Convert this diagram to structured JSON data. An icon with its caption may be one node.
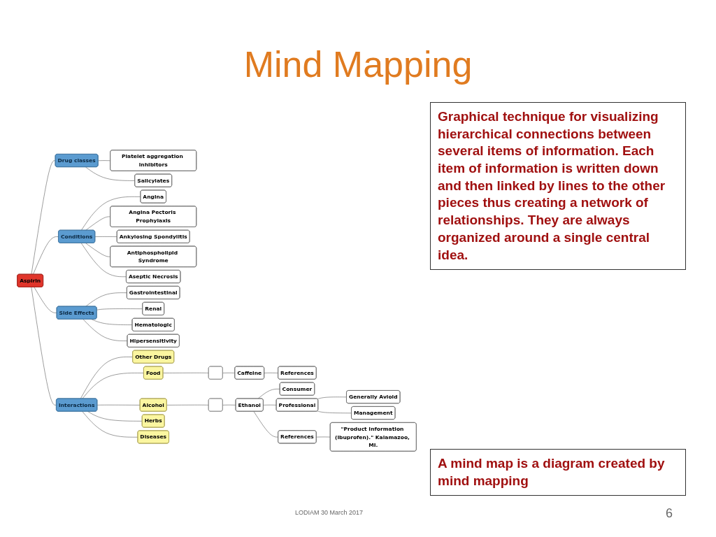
{
  "diagram": {
    "title": "Mind Mapping",
    "nodes": [
      {
        "text": [
          "Aspirin"
        ]
      },
      {
        "text": [
          "Drug classes"
        ]
      },
      {
        "text": [
          "Platelet aggregation inhibitors"
        ]
      },
      {
        "text": [
          "Salicylates"
        ]
      },
      {
        "text": [
          "Conditions"
        ]
      },
      {
        "text": [
          "Angina"
        ]
      },
      {
        "text": [
          "Angina Pectoris Prophylaxis"
        ]
      },
      {
        "text": [
          "Ankylosing Spondylitis"
        ]
      },
      {
        "text": [
          "Antiphospholipid Syndrome"
        ]
      },
      {
        "text": [
          "Aseptic Necrosis"
        ]
      },
      {
        "text": [
          "Side Effects"
        ]
      },
      {
        "text": [
          "Gastrointestinal"
        ]
      },
      {
        "text": [
          "Renal"
        ]
      },
      {
        "text": [
          "Hematologic"
        ]
      },
      {
        "text": [
          "Hipersensitivity"
        ]
      },
      {
        "text": [
          "Interactions"
        ]
      },
      {
        "text": [
          "Other Drugs"
        ]
      },
      {
        "text": [
          "Food"
        ]
      },
      {
        "text": [],
        "shape": "box"
      },
      {
        "text": [
          "Caffeine"
        ]
      },
      {
        "text": [
          "References"
        ]
      },
      {
        "text": [
          "Alcohol"
        ]
      },
      {
        "text": [],
        "shape": "box"
      },
      {
        "text": [
          "Ethanol"
        ]
      },
      {
        "text": [
          "Consumer"
        ]
      },
      {
        "text": [
          "Professional"
        ]
      },
      {
        "text": [
          "Generally Avioid"
        ]
      },
      {
        "text": [
          "Management"
        ]
      },
      {
        "text": [
          "References"
        ]
      },
      {
        "text": [
          "\"Product Information (ibuprofen).\" Kalamazoo, MI."
        ]
      },
      {
        "text": [
          "Herbs"
        ]
      },
      {
        "text": [
          "Diseases"
        ]
      }
    ],
    "edges": [
      {
        "from": 0,
        "to": 1,
        "arrow": "none"
      },
      {
        "from": 1,
        "to": 2,
        "arrow": "none"
      },
      {
        "from": 1,
        "to": 3,
        "arrow": "none"
      },
      {
        "from": 0,
        "to": 4,
        "arrow": "none"
      },
      {
        "from": 4,
        "to": 5,
        "arrow": "none"
      },
      {
        "from": 4,
        "to": 6,
        "arrow": "none"
      },
      {
        "from": 4,
        "to": 7,
        "arrow": "none"
      },
      {
        "from": 4,
        "to": 8,
        "arrow": "none"
      },
      {
        "from": 4,
        "to": 9,
        "arrow": "none"
      },
      {
        "from": 0,
        "to": 10,
        "arrow": "none"
      },
      {
        "from": 10,
        "to": 11,
        "arrow": "none"
      },
      {
        "from": 10,
        "to": 12,
        "arrow": "none"
      },
      {
        "from": 10,
        "to": 13,
        "arrow": "none"
      },
      {
        "from": 10,
        "to": 14,
        "arrow": "none"
      },
      {
        "from": 0,
        "to": 15,
        "arrow": "none"
      },
      {
        "from": 15,
        "to": 16,
        "arrow": "none"
      },
      {
        "from": 15,
        "to": 17,
        "arrow": "none"
      },
      {
        "from": 17,
        "to": 18,
        "arrow": "none"
      },
      {
        "from": 18,
        "to": 19,
        "arrow": "none"
      },
      {
        "from": 19,
        "to": 20,
        "arrow": "none"
      },
      {
        "from": 15,
        "to": 21,
        "arrow": "none"
      },
      {
        "from": 21,
        "to": 22,
        "arrow": "none"
      },
      {
        "from": 22,
        "to": 23,
        "arrow": "none"
      },
      {
        "from": 23,
        "to": 24,
        "arrow": "none"
      },
      {
        "from": 23,
        "to": 25,
        "arrow": "none"
      },
      {
        "from": 25,
        "to": 26,
        "arrow": "none"
      },
      {
        "from": 25,
        "to": 27,
        "arrow": "none"
      },
      {
        "from": 23,
        "to": 28,
        "arrow": "none"
      },
      {
        "from": 28,
        "to": 29,
        "arrow": "none"
      },
      {
        "from": 15,
        "to": 30,
        "arrow": "none"
      },
      {
        "from": 15,
        "to": 31,
        "arrow": "none"
      }
    ],
    "labels": [
      "Graphical technique for visualizing hierarchical connections between several items of information. Each item of information is written down and then linked by lines to the other pieces thus creating a network of relationships. They are always organized around a single central idea.",
      "A mind map is a diagram created by mind mapping",
      "LODIAM 30 March 2017",
      "6"
    ]
  }
}
